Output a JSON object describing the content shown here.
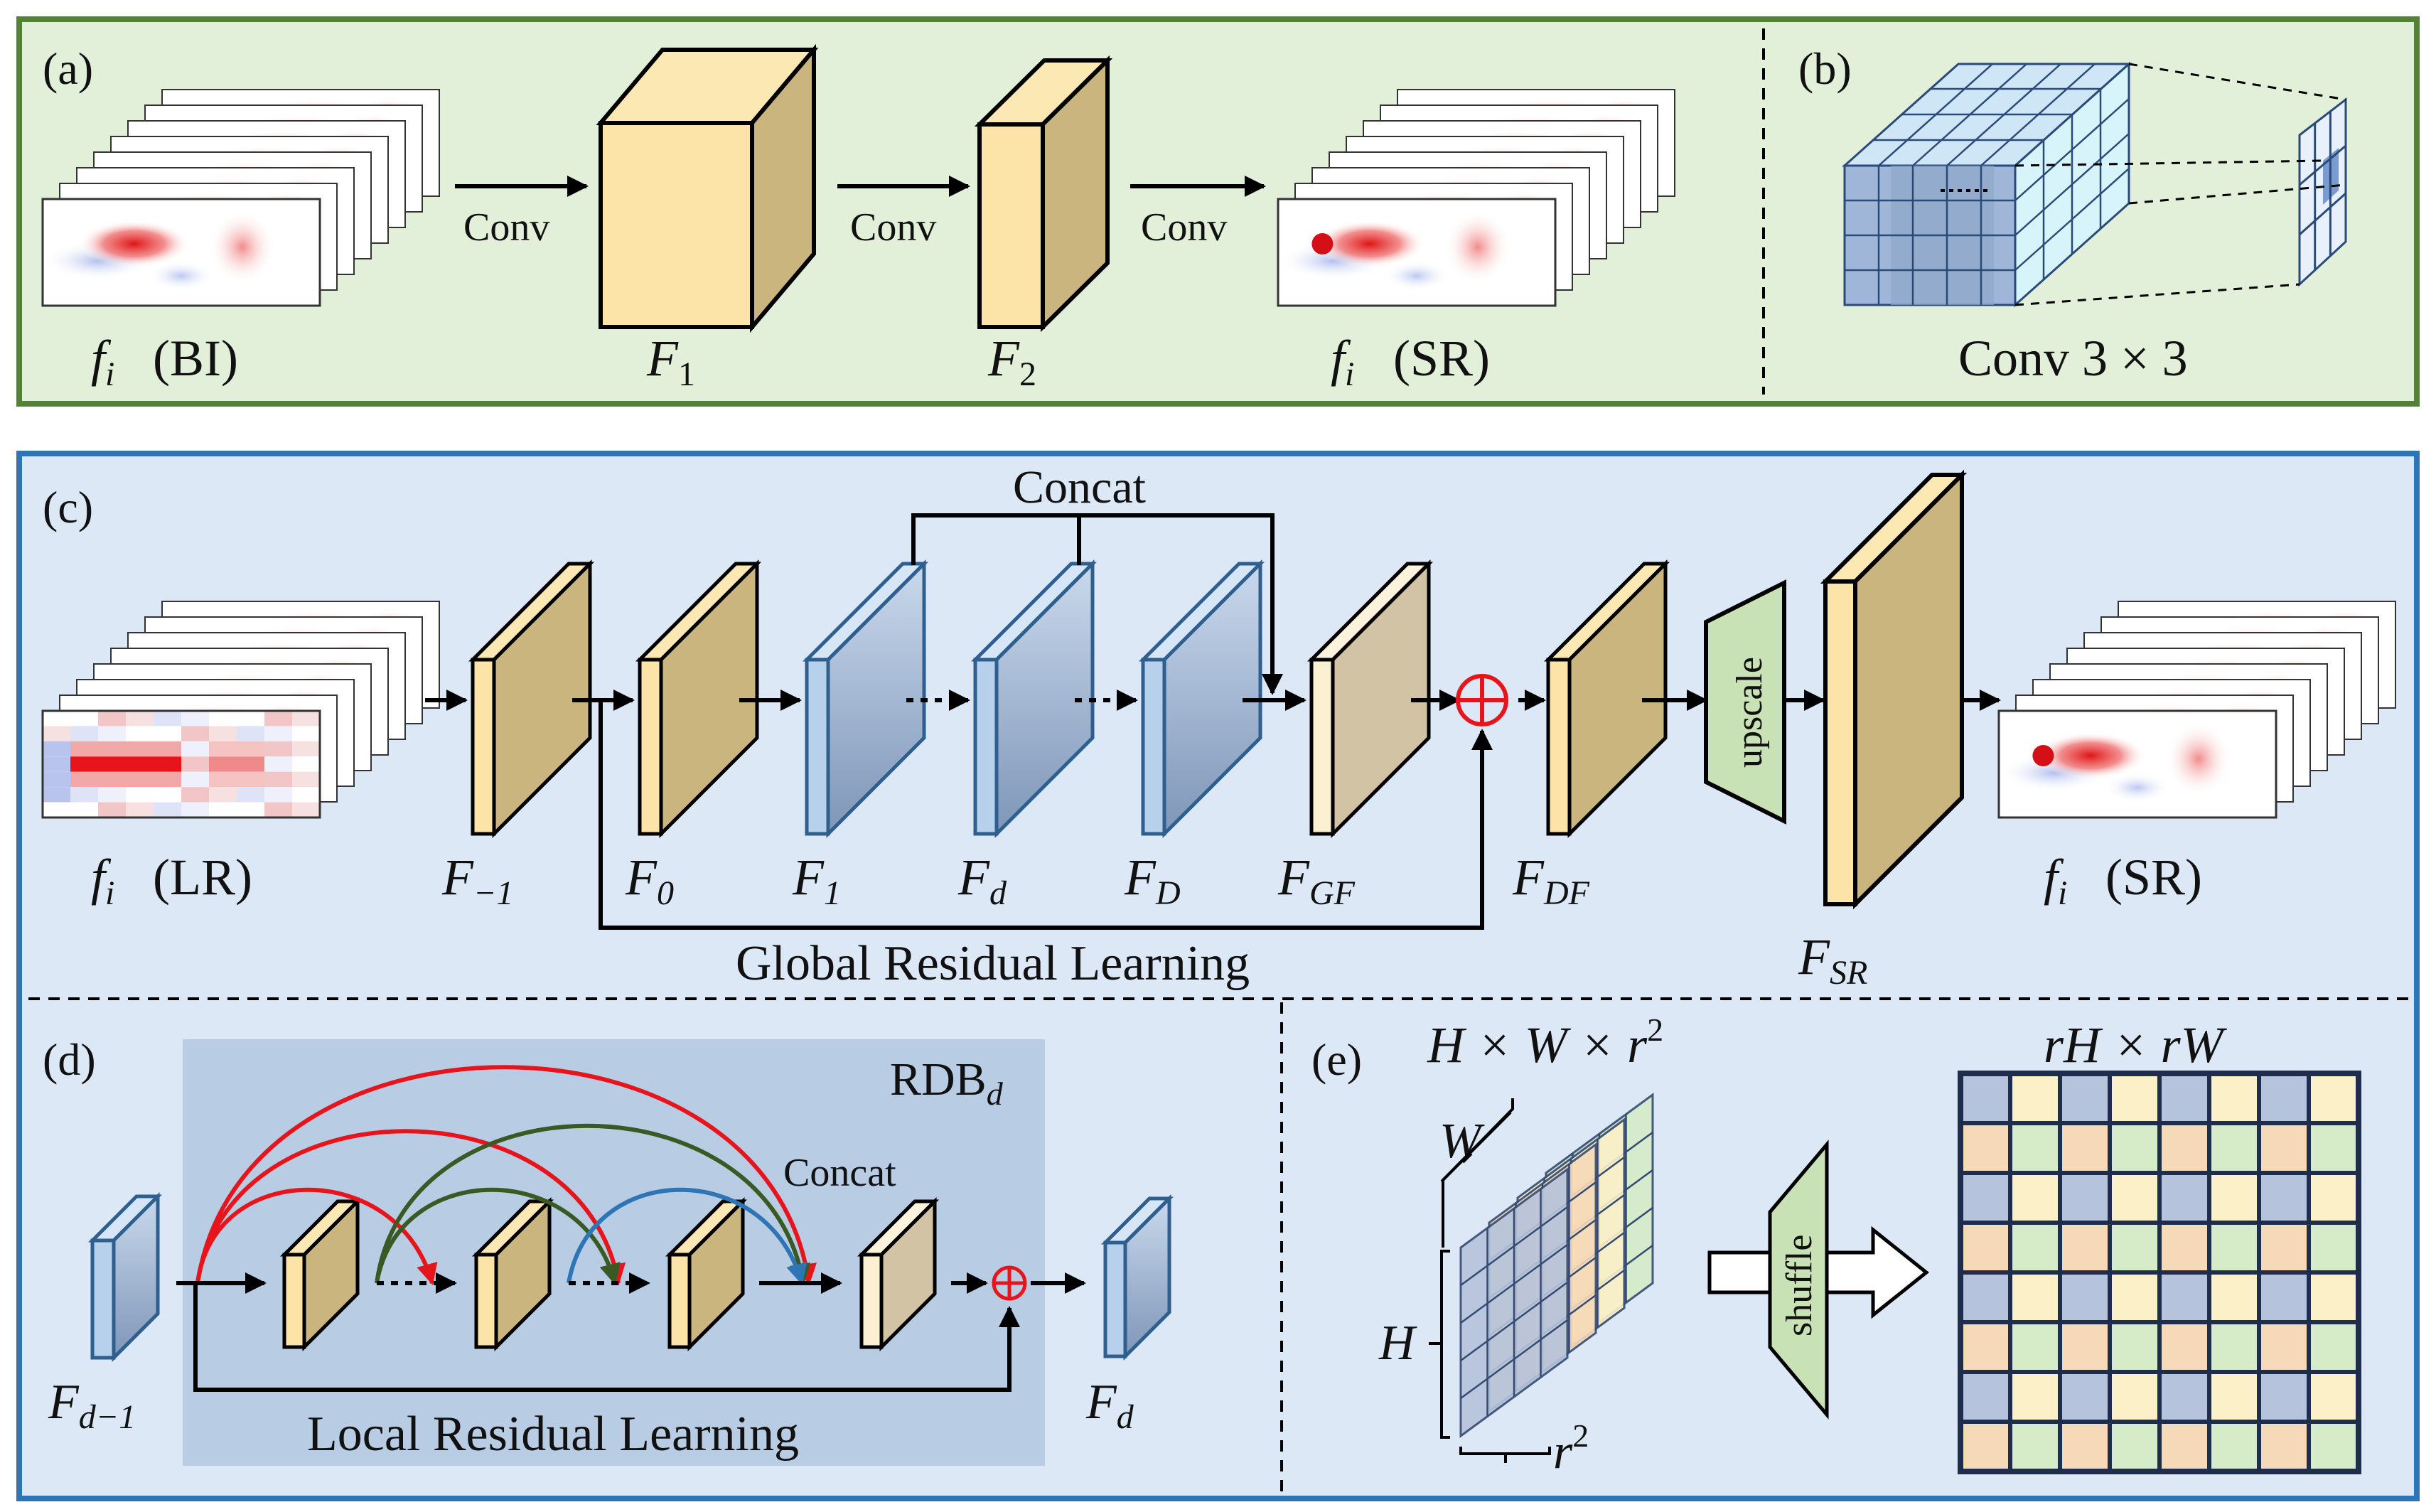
{
  "panel_a": {
    "tag": "(a)",
    "conv1": "Conv",
    "conv2": "Conv",
    "conv3": "Conv",
    "in_f": "f",
    "in_sub": "i",
    "in_tail": "(BI)",
    "f1": "F",
    "f1_sub": "1",
    "f2": "F",
    "f2_sub": "2",
    "out_f": "f",
    "out_sub": "i",
    "out_tail": "(SR)"
  },
  "panel_b": {
    "tag": "(b)",
    "caption": "Conv 3 × 3"
  },
  "panel_c": {
    "tag": "(c)",
    "concat": "Concat",
    "global": "Global Residual Learning",
    "upscale": "upscale",
    "in_f": "f",
    "in_sub": "i",
    "in_tail": "(LR)",
    "out_f": "f",
    "out_sub": "i",
    "out_tail": "(SR)",
    "layers": [
      {
        "main": "F",
        "sub": "−1"
      },
      {
        "main": "F",
        "sub": "0"
      },
      {
        "main": "F",
        "sub": "1"
      },
      {
        "main": "F",
        "sub": "d"
      },
      {
        "main": "F",
        "sub": "D"
      },
      {
        "main": "F",
        "sub": "GF"
      },
      {
        "main": "F",
        "sub": "DF"
      },
      {
        "main": "F",
        "sub": "SR"
      }
    ]
  },
  "panel_d": {
    "tag": "(d)",
    "rdb": "RDB",
    "rdb_sub": "d",
    "concat": "Concat",
    "local": "Local Residual Learning",
    "in_main": "F",
    "in_sub": "d−1",
    "out_main": "F",
    "out_sub": "d"
  },
  "panel_e": {
    "tag": "(e)",
    "in_dims": "H × W × r",
    "in_sup": "2",
    "out_dims": "rH × rW",
    "w": "W",
    "h": "H",
    "r": "r",
    "r_sup": "2",
    "shuffle": "shuffle"
  },
  "colors": {
    "panel_a_bg": "#e2efd9",
    "panel_a_border": "#548235",
    "panel_c_bg": "#dce8f5",
    "panel_c_border": "#2e75b6",
    "rdb_bg": "#b8cce4",
    "cube_front": "#fce4a8",
    "cube_side": "#c9b57d",
    "blue_block": "#a9c4e0",
    "red_arrow": "#e8141b",
    "green_arrow": "#3a5a24",
    "blue_arrow": "#2e75b6"
  }
}
